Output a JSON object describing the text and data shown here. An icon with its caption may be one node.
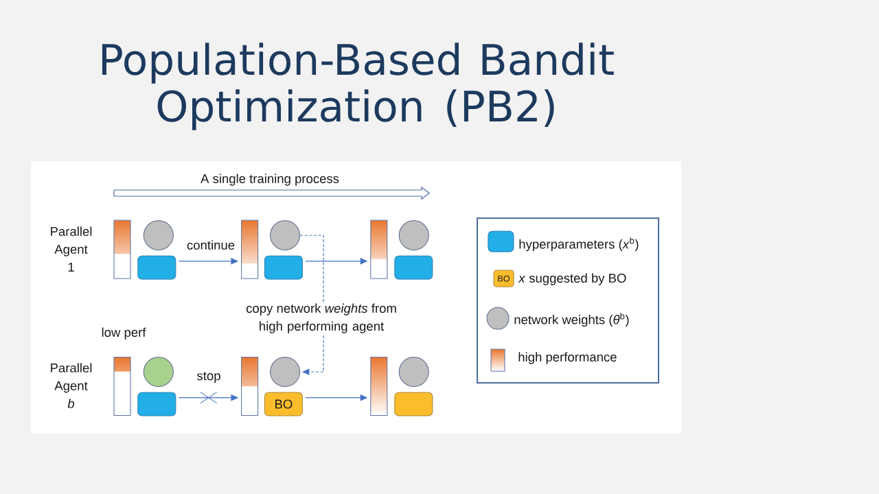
{
  "diagram": {
    "title": "Population-Based Bandit Optimization (PB2)",
    "nodes": [
      {
        "text": [],
        "shape": "bar"
      },
      {
        "text": [],
        "shape": "circle"
      },
      {
        "text": [],
        "shape": "box"
      },
      {
        "text": [],
        "shape": "bar"
      },
      {
        "text": [],
        "shape": "circle"
      },
      {
        "text": [],
        "shape": "box"
      },
      {
        "text": [],
        "shape": "bar"
      },
      {
        "text": [],
        "shape": "circle"
      },
      {
        "text": [],
        "shape": "box"
      },
      {
        "text": [],
        "shape": "bar"
      },
      {
        "text": [],
        "shape": "circle"
      },
      {
        "text": [],
        "shape": "box"
      },
      {
        "text": [],
        "shape": "bar"
      },
      {
        "text": [],
        "shape": "circle"
      },
      {
        "text": [
          "BO"
        ]
      },
      {
        "text": [],
        "shape": "bar"
      },
      {
        "text": [],
        "shape": "circle"
      },
      {
        "text": [],
        "shape": "box"
      }
    ],
    "edges": [
      {
        "from": 2,
        "to": 3,
        "arrow": "to",
        "label": "continue"
      },
      {
        "from": 5,
        "to": 6,
        "arrow": "to"
      },
      {
        "from": 11,
        "to": 12,
        "arrow": "to",
        "label": "stop"
      },
      {
        "from": 14,
        "to": 15,
        "arrow": "to"
      },
      {
        "from": 4,
        "to": 13,
        "arrow": "to",
        "style": "dashed",
        "label": "copy network *weights* from high performing agent"
      }
    ],
    "labels": [
      "A single training process",
      "Parallel Agent 1",
      "low perf",
      "Parallel Agent *b*",
      "BO"
    ],
    "legend": [
      {
        "text": "hyperparameters (*x*$^{b}$)",
        "color": "#22aee6"
      },
      {
        "text": "*x* suggested by BO",
        "color": "#fbbd2c"
      },
      {
        "text": "network weights (*θ*$^{b}$)",
        "color": "#bfbfbf"
      },
      {
        "text": "high performance"
      }
    ]
  }
}
